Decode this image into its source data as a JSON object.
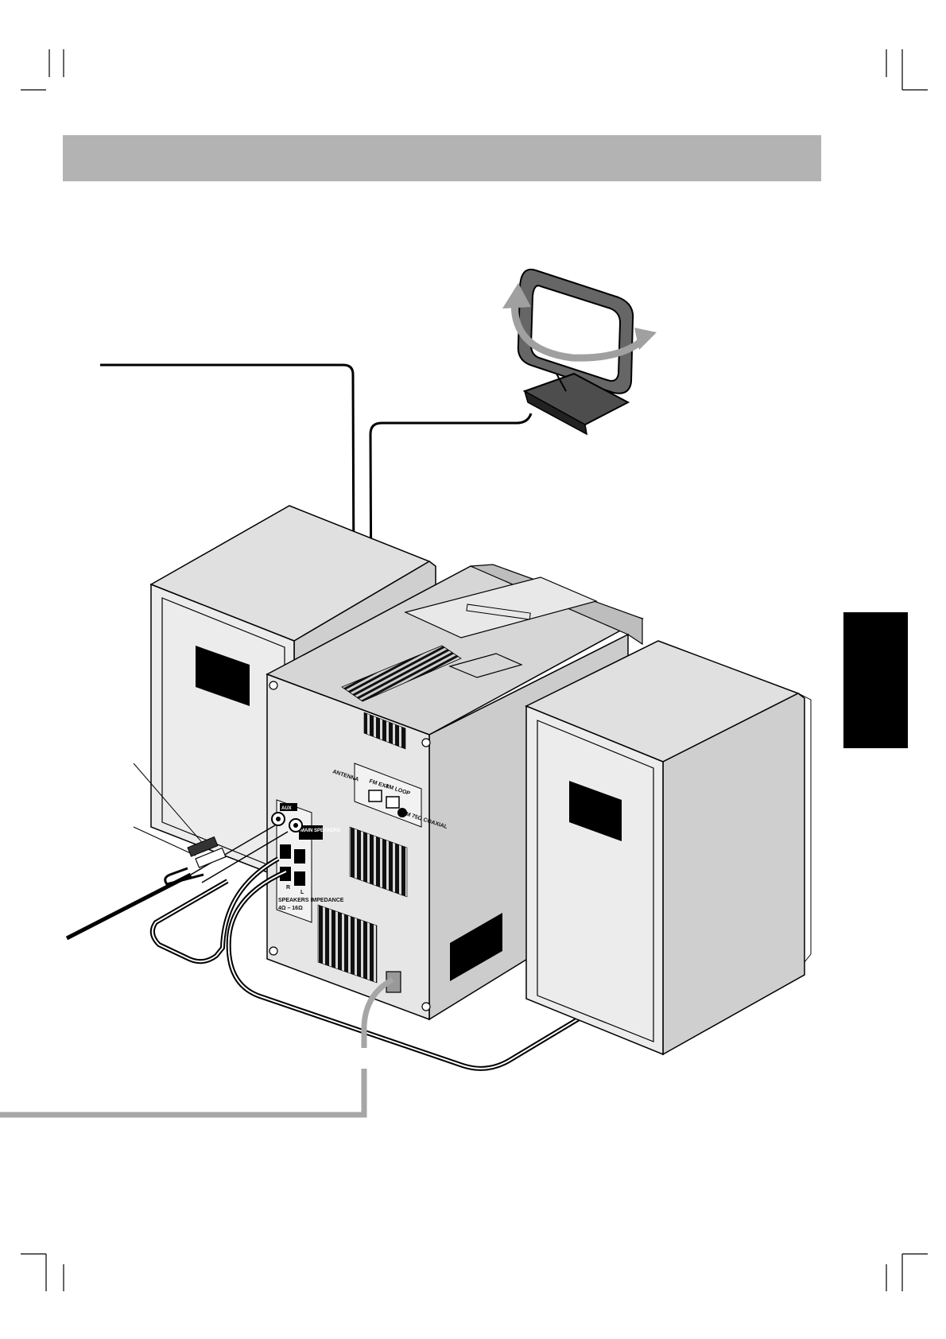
{
  "panel_labels": {
    "antenna": "ANTENNA",
    "fm_ext": "FM EXT",
    "am_loop": "AM LOOP",
    "fm_coaxial": "FM 75Ω COAXIAL",
    "aux": "AUX",
    "main_speakers": "MAIN SPEAKERS",
    "speakers_impedance": "SPEAKERS IMPEDANCE",
    "impedance_value": "4Ω – 16Ω",
    "right": "R",
    "left": "L"
  },
  "colors": {
    "title_bar": "#b3b3b3",
    "side_tab": "#000000",
    "unit_fill": "#d9d9d9",
    "panel_fill": "#e6e6e6",
    "cable": "#000000",
    "ac_cord": "#a6a6a6",
    "arrow": "#a0a0a0"
  }
}
